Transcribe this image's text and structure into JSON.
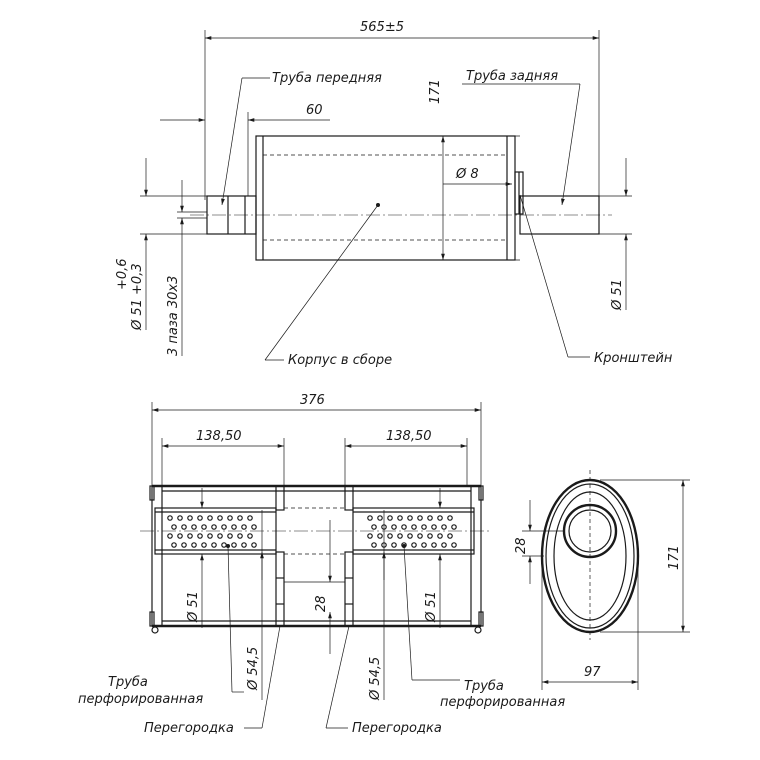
{
  "top_view": {
    "overall_length": "565±5",
    "label_front_pipe": "Труба передняя",
    "label_rear_pipe": "Труба задняя",
    "dim_60": "60",
    "dim_171": "171",
    "dim_phi8": "Ø 8",
    "dim_pipe_outer_tol": "+0,6",
    "dim_pipe_outer": "Ø 51 +0,3",
    "slots": "3 паза 30х3",
    "label_body": "Корпус в сборе",
    "label_bracket": "Кронштейн",
    "dim_phi51": "Ø 51"
  },
  "section_view": {
    "length_376": "376",
    "dim_left_138": "138,50",
    "dim_right_138": "138,50",
    "dim_phi51_left": "Ø 51",
    "dim_phi51_right": "Ø 51",
    "dim_28": "28",
    "dim_phi545_left": "Ø 54,5",
    "dim_phi545_right": "Ø 54,5",
    "label_perf_left_1": "Труба",
    "label_perf_left_2": "перфорированная",
    "label_perf_right_1": "Труба",
    "label_perf_right_2": "перфорированная",
    "label_baffle_left": "Перегородка",
    "label_baffle_right": "Перегородка"
  },
  "end_view": {
    "dim_28": "28",
    "dim_171": "171",
    "dim_97": "97"
  }
}
